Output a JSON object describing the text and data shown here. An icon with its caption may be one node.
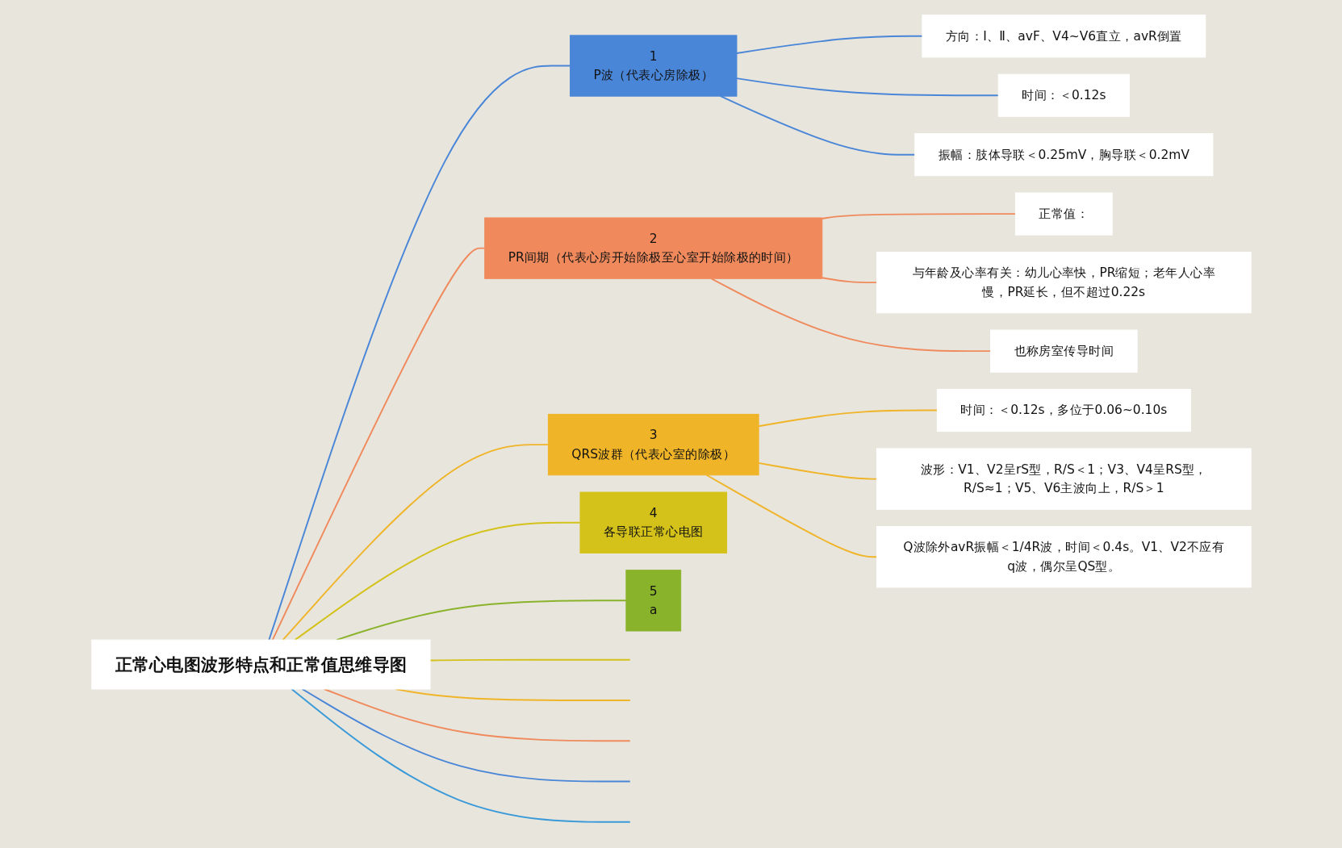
{
  "diagram": {
    "nodes": [
      {
        "text": [
          "正常心电图波形特点和正常值思维导图"
        ]
      },
      {
        "text": [
          "1",
          "P波（代表心房除极）"
        ]
      },
      {
        "text": [
          "方向：Ⅰ、Ⅱ、avF、V4~V6直立，avR倒置"
        ]
      },
      {
        "text": [
          "时间：＜0.12s"
        ]
      },
      {
        "text": [
          "振幅：肢体导联＜0.25mV，胸导联＜0.2mV"
        ]
      },
      {
        "text": [
          "2",
          "PR间期（代表心房开始除极至心室开始除极的时间）"
        ]
      },
      {
        "text": [
          "正常值："
        ]
      },
      {
        "text": [
          "与年龄及心率有关：幼儿心率快，PR缩短；老年人心率慢，PR延长，但不超过0.22s"
        ]
      },
      {
        "text": [
          "也称房室传导时间"
        ]
      },
      {
        "text": [
          "3",
          "QRS波群（代表心室的除极）"
        ]
      },
      {
        "text": [
          "时间：＜0.12s，多位于0.06~0.10s"
        ]
      },
      {
        "text": [
          "波形：V1、V2呈rS型，R/S＜1；V3、V4呈RS型，R/S≈1；V5、V6主波向上，R/S＞1"
        ]
      },
      {
        "text": [
          "Q波除外avR振幅＜1/4R波，时间＜0.4s。V1、V2不应有q波，偶尔呈QS型。"
        ]
      },
      {
        "text": [
          "4",
          "各导联正常心电图"
        ]
      },
      {
        "text": [
          "5",
          "a"
        ]
      }
    ],
    "edges": [
      {
        "from": 0,
        "to": 1,
        "arrow": "none",
        "color": "#4a86d8"
      },
      {
        "from": 1,
        "to": 2,
        "arrow": "none",
        "color": "#4a86d8"
      },
      {
        "from": 1,
        "to": 3,
        "arrow": "none",
        "color": "#4a86d8"
      },
      {
        "from": 1,
        "to": 4,
        "arrow": "none",
        "color": "#4a86d8"
      },
      {
        "from": 0,
        "to": 5,
        "arrow": "none",
        "color": "#f08a5d"
      },
      {
        "from": 5,
        "to": 6,
        "arrow": "none",
        "color": "#f08a5d"
      },
      {
        "from": 5,
        "to": 7,
        "arrow": "none",
        "color": "#f08a5d"
      },
      {
        "from": 5,
        "to": 8,
        "arrow": "none",
        "color": "#f08a5d"
      },
      {
        "from": 0,
        "to": 9,
        "arrow": "none",
        "color": "#f0b429"
      },
      {
        "from": 9,
        "to": 10,
        "arrow": "none",
        "color": "#f0b429"
      },
      {
        "from": 9,
        "to": 11,
        "arrow": "none",
        "color": "#f0b429"
      },
      {
        "from": 9,
        "to": 12,
        "arrow": "none",
        "color": "#f0b429"
      },
      {
        "from": 0,
        "to": 13,
        "arrow": "none",
        "color": "#d4c21a"
      },
      {
        "from": 0,
        "to": 14,
        "arrow": "none",
        "color": "#8ab32c"
      },
      {
        "from": 0,
        "to": null,
        "arrow": "none",
        "color": "#3a9ad9"
      },
      {
        "from": 0,
        "to": null,
        "arrow": "none",
        "color": "#4a86d8"
      },
      {
        "from": 0,
        "to": null,
        "arrow": "none",
        "color": "#f08a5d"
      },
      {
        "from": 0,
        "to": null,
        "arrow": "none",
        "color": "#f0b429"
      },
      {
        "from": 0,
        "to": null,
        "arrow": "none",
        "color": "#d4c21a"
      }
    ]
  }
}
